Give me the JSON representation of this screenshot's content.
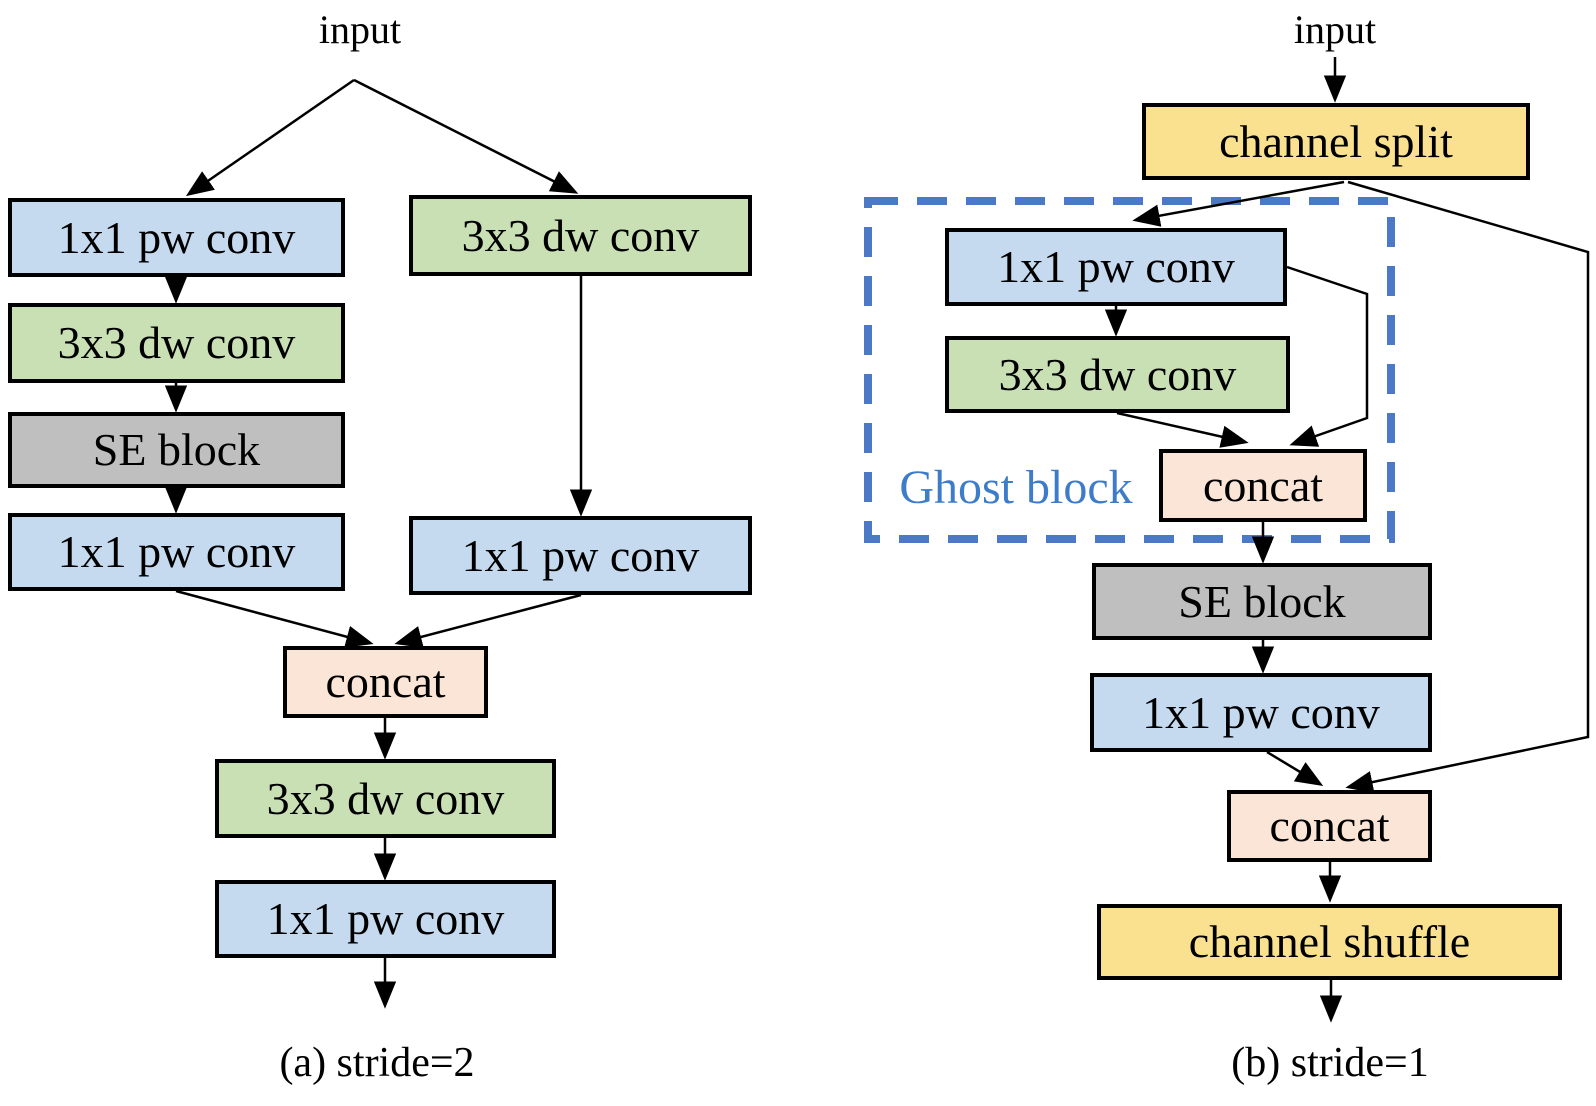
{
  "colors": {
    "conv_pointwise_blue": "#C5D9EF",
    "conv_depthwise_green": "#C9E0B5",
    "se_block_gray": "#BFBFBF",
    "concat_peach": "#FAE5D6",
    "channel_op_yellow": "#FAE18F",
    "ghost_outline_blue": "#4B79C8",
    "ghost_label_blue": "#3D7CC9",
    "edge_black": "#000000"
  },
  "panel_a": {
    "caption": "(a) stride=2",
    "input_label": "input",
    "nodes": [
      {
        "type": "pointwise-conv",
        "label": "1x1 pw conv"
      },
      {
        "type": "depthwise-conv",
        "label": "3x3 dw conv"
      },
      {
        "type": "se-block",
        "label": "SE block"
      },
      {
        "type": "pointwise-conv",
        "label": "1x1 pw conv"
      },
      {
        "type": "depthwise-conv",
        "label": "3x3 dw conv"
      },
      {
        "type": "pointwise-conv",
        "label": "1x1 pw conv"
      },
      {
        "type": "concat",
        "label": "concat"
      },
      {
        "type": "depthwise-conv",
        "label": "3x3 dw conv"
      },
      {
        "type": "pointwise-conv",
        "label": "1x1 pw conv"
      }
    ]
  },
  "panel_b": {
    "caption": "(b) stride=1",
    "input_label": "input",
    "ghost_block_label": "Ghost block",
    "nodes": [
      {
        "type": "channel-split",
        "label": "channel split"
      },
      {
        "type": "pointwise-conv",
        "label": "1x1 pw conv"
      },
      {
        "type": "depthwise-conv",
        "label": "3x3 dw conv"
      },
      {
        "type": "concat",
        "label": "concat"
      },
      {
        "type": "se-block",
        "label": "SE block"
      },
      {
        "type": "pointwise-conv",
        "label": "1x1 pw conv"
      },
      {
        "type": "concat",
        "label": "concat"
      },
      {
        "type": "channel-shuffle",
        "label": "channel shuffle"
      }
    ]
  }
}
